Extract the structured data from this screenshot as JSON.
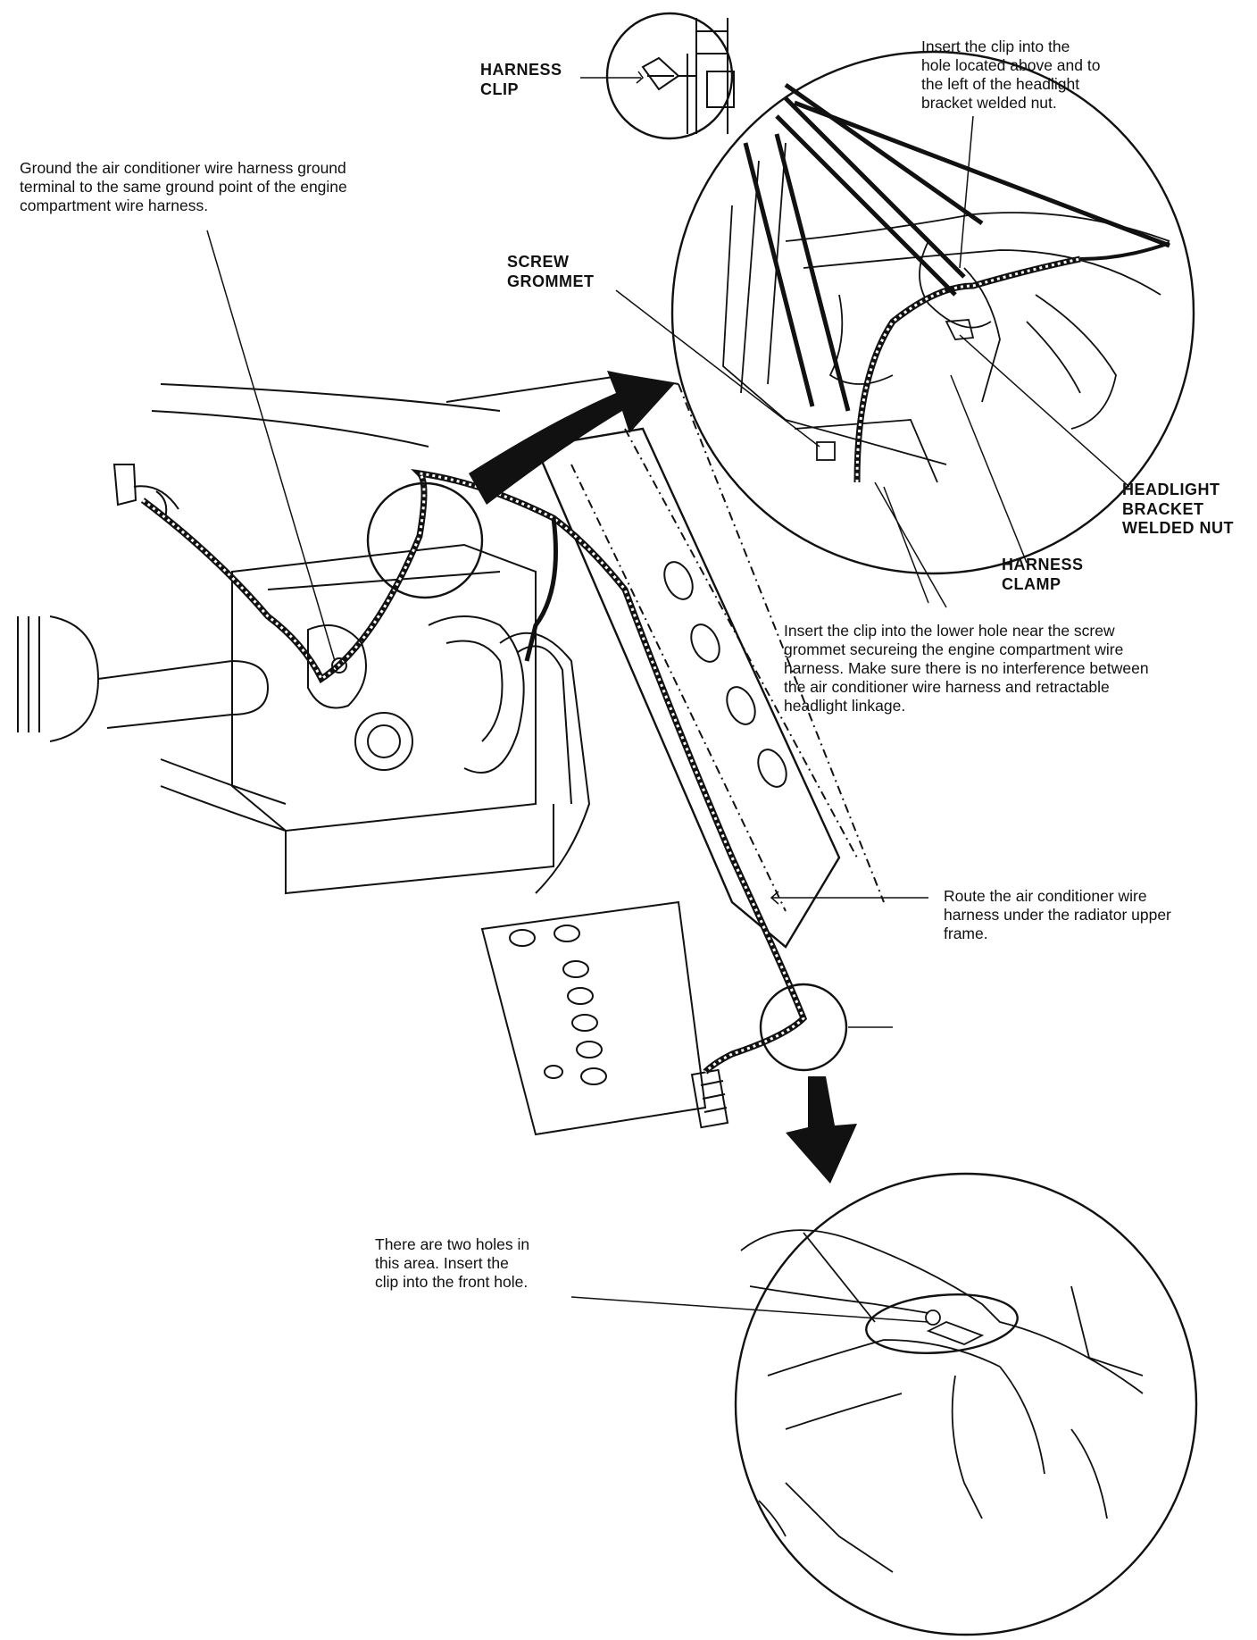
{
  "labels": {
    "harness_clip": "HARNESS\nCLIP",
    "screw_grommet": "SCREW\nGROMMET",
    "headlight_bracket_welded_nut": "HEADLIGHT\nBRACKET\nWELDED NUT",
    "harness_clamp": "HARNESS\nCLAMP"
  },
  "notes": {
    "ground": "Ground the air conditioner wire harness ground\nterminal to the same ground point of the engine\ncompartment wire harness.",
    "upper_clip": "Insert the clip into the\nhole located above and to\nthe left of the headlight\nbracket welded nut.",
    "lower_hole": "Insert the clip into the lower hole near the screw\ngrommet secureing the engine compartment wire\nharness. Make sure there is no interference between\nthe air conditioner wire harness and retractable\nheadlight linkage.",
    "route": "Route the air conditioner wire\nharness under the radiator upper\nframe.",
    "front_hole": "There are two holes in\nthis area. Insert the\nclip into the front hole."
  }
}
